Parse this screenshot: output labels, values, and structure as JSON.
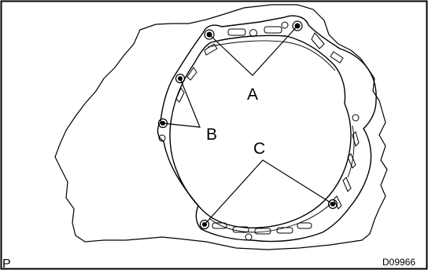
{
  "callouts": {
    "a": "A",
    "b": "B",
    "c": "C"
  },
  "corner_left": "P",
  "figure_id": "D09966"
}
